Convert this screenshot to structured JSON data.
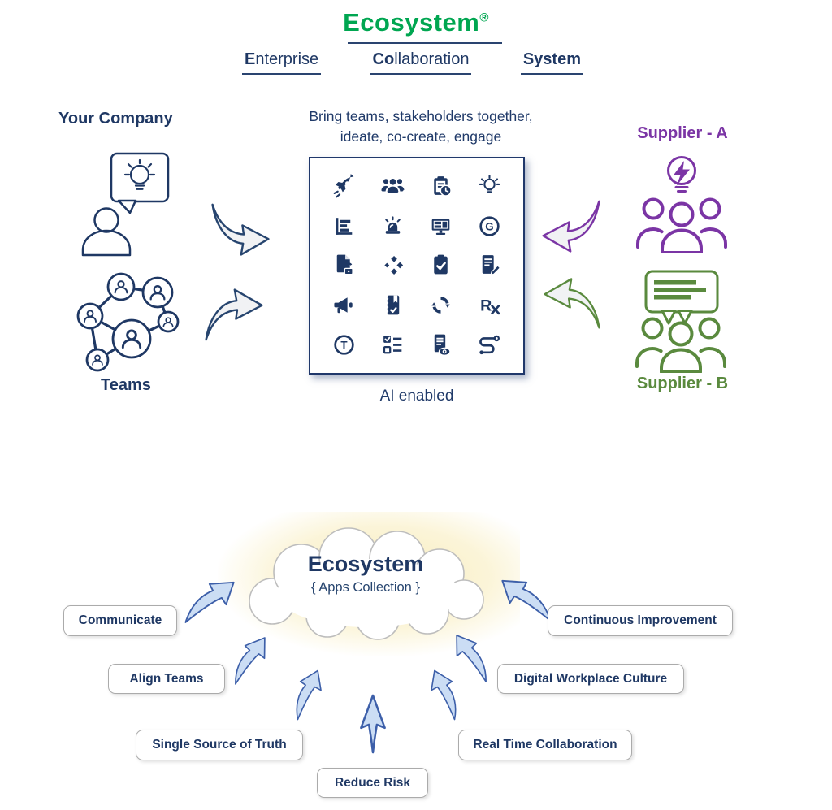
{
  "header": {
    "title": "Ecosystem",
    "registered_mark": "®",
    "words": [
      {
        "b": "E",
        "r": "nterprise"
      },
      {
        "b": "Co",
        "r": "llaboration"
      },
      {
        "b": "System",
        "r": ""
      }
    ]
  },
  "top_diagram": {
    "your_company_label": "Your Company",
    "teams_label": "Teams",
    "caption_line1": "Bring teams, stakeholders together,",
    "caption_line2": "ideate, co-create, engage",
    "ai_label": "AI enabled",
    "supplier_a_label": "Supplier - A",
    "supplier_b_label": "Supplier - B",
    "grid_icons": [
      "rocket-icon",
      "team-icon",
      "schedule-clipboard-clock-icon",
      "idea-bulb-icon",
      "bar-report-icon",
      "alert-siren-icon",
      "dashboard-monitor-icon",
      "g-badge-icon",
      "secure-document-icon",
      "modules-diamonds-icon",
      "tasks-clipboard-check-icon",
      "edit-document-icon",
      "announce-megaphone-icon",
      "planner-notebook-icon",
      "sync-refresh-icon",
      "prescription-rx-icon",
      "title-t-icon",
      "checklist-icon",
      "review-document-eye-icon",
      "workflow-route-icon"
    ],
    "icon_glyphs": {
      "g": "G",
      "t": "T",
      "r": "R"
    }
  },
  "cloud": {
    "title": "Ecosystem",
    "subtitle": "{ Apps Collection }"
  },
  "benefits": [
    "Communicate",
    "Align Teams",
    "Single Source of Truth",
    "Reduce Risk",
    "Real Time Collaboration",
    "Digital Workplace Culture",
    "Continuous Improvement"
  ],
  "colors": {
    "navy": "#1F3864",
    "title_green": "#00A651",
    "supplier_a_purple": "#7B35A5",
    "supplier_b_green": "#5A8A3E",
    "arrow_blue_fill": "#CBDDF4",
    "arrow_blue_stroke": "#3D5FA9"
  }
}
